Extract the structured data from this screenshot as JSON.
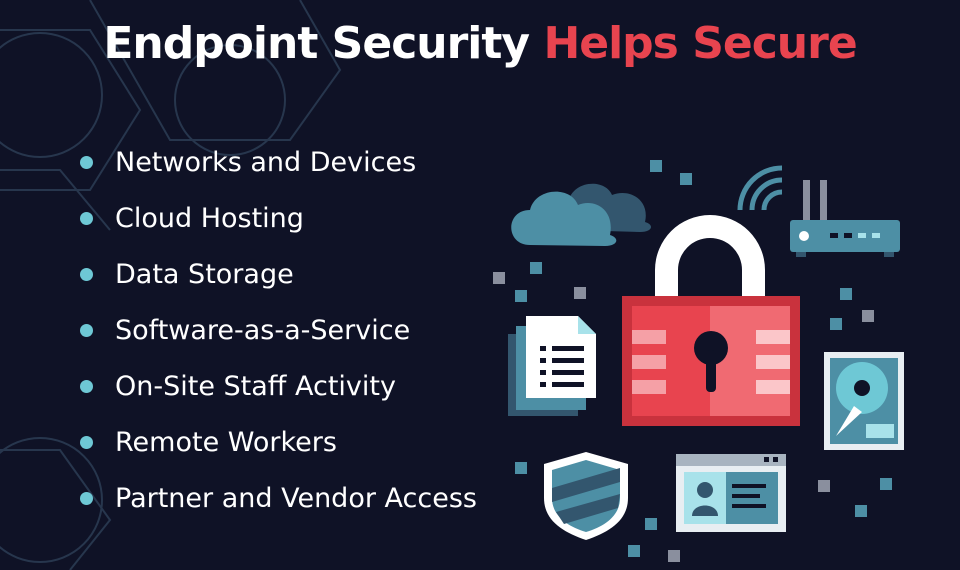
{
  "title": {
    "part1": "Endpoint Security",
    "part2": "Helps Secure"
  },
  "items": [
    "Networks and Devices",
    "Cloud Hosting",
    "Data Storage",
    "Software-as-a-Service",
    "On-Site Staff Activity",
    "Remote Workers",
    "Partner and Vendor Access"
  ],
  "colors": {
    "background": "#0f1226",
    "accent": "#e8444f",
    "bullet": "#6ec8d5",
    "teal": "#4d8fa5",
    "lock": "#e8444f"
  },
  "icons": [
    "cloud-icon",
    "router-icon",
    "padlock-icon",
    "document-icon",
    "hard-drive-icon",
    "shield-icon",
    "id-card-icon"
  ]
}
